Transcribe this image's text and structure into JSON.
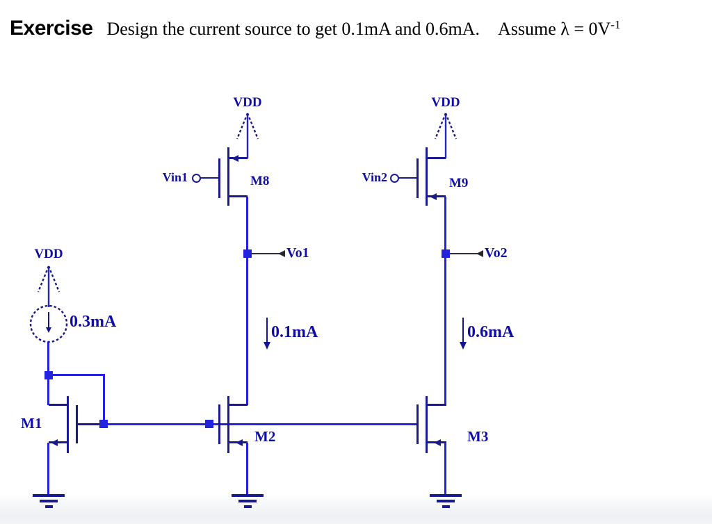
{
  "title": {
    "exercise": "Exercise",
    "text": "Design the current source to get 0.1mA and 0.6mA.",
    "assume": "Assume λ = 0V",
    "exponent": "-1"
  },
  "colors": {
    "wire_blue": "#2323dd",
    "symbol_navy": "#1a1a8f",
    "label_blue": "#0f0fa6",
    "title_black": "#000000"
  },
  "labels": {
    "vdd_left": "VDD",
    "vdd_m8": "VDD",
    "vdd_m9": "VDD",
    "vin1": "Vin1",
    "vin2": "Vin2",
    "m8": "M8",
    "m9": "M9",
    "m1": "M1",
    "m2": "M2",
    "m3": "M3",
    "vo1": "Vo1",
    "vo2": "Vo2",
    "i_ref": "0.3mA",
    "i_out1": "0.1mA",
    "i_out2": "0.6mA"
  }
}
